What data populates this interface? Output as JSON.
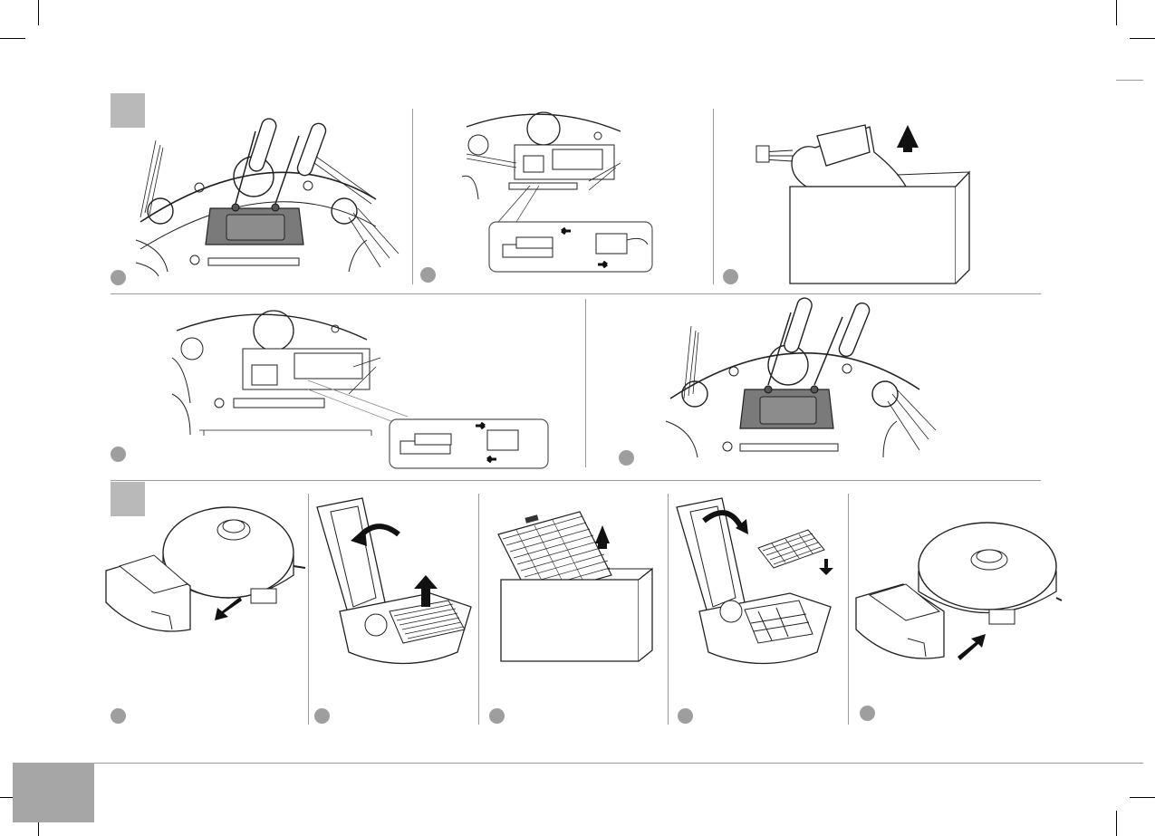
{
  "document": {
    "kind": "maintenance illustration sheet",
    "sections": [
      {
        "id": "battery-replacement",
        "badge_color": "#b9b9b9",
        "steps": [
          {
            "icon": "screwdriver-remove-cover-illustration"
          },
          {
            "icon": "disconnect-battery-connector-illustration"
          },
          {
            "icon": "lift-out-battery-illustration"
          },
          {
            "icon": "connect-new-battery-illustration"
          },
          {
            "icon": "screw-cover-back-illustration"
          }
        ]
      },
      {
        "id": "filter-replacement",
        "badge_color": "#b9b9b9",
        "steps": [
          {
            "icon": "remove-dustbin-illustration"
          },
          {
            "icon": "open-lid-lift-filter-illustration"
          },
          {
            "icon": "filter-out-of-box-illustration"
          },
          {
            "icon": "insert-new-filter-illustration"
          },
          {
            "icon": "reinsert-dustbin-illustration"
          }
        ]
      }
    ],
    "colors": {
      "badge": "#b9b9b9",
      "step_dot": "#9e9e9e",
      "footer_block": "#a6a6a6",
      "line": "#9a9a9a",
      "cover": "#7a7a7a"
    }
  }
}
